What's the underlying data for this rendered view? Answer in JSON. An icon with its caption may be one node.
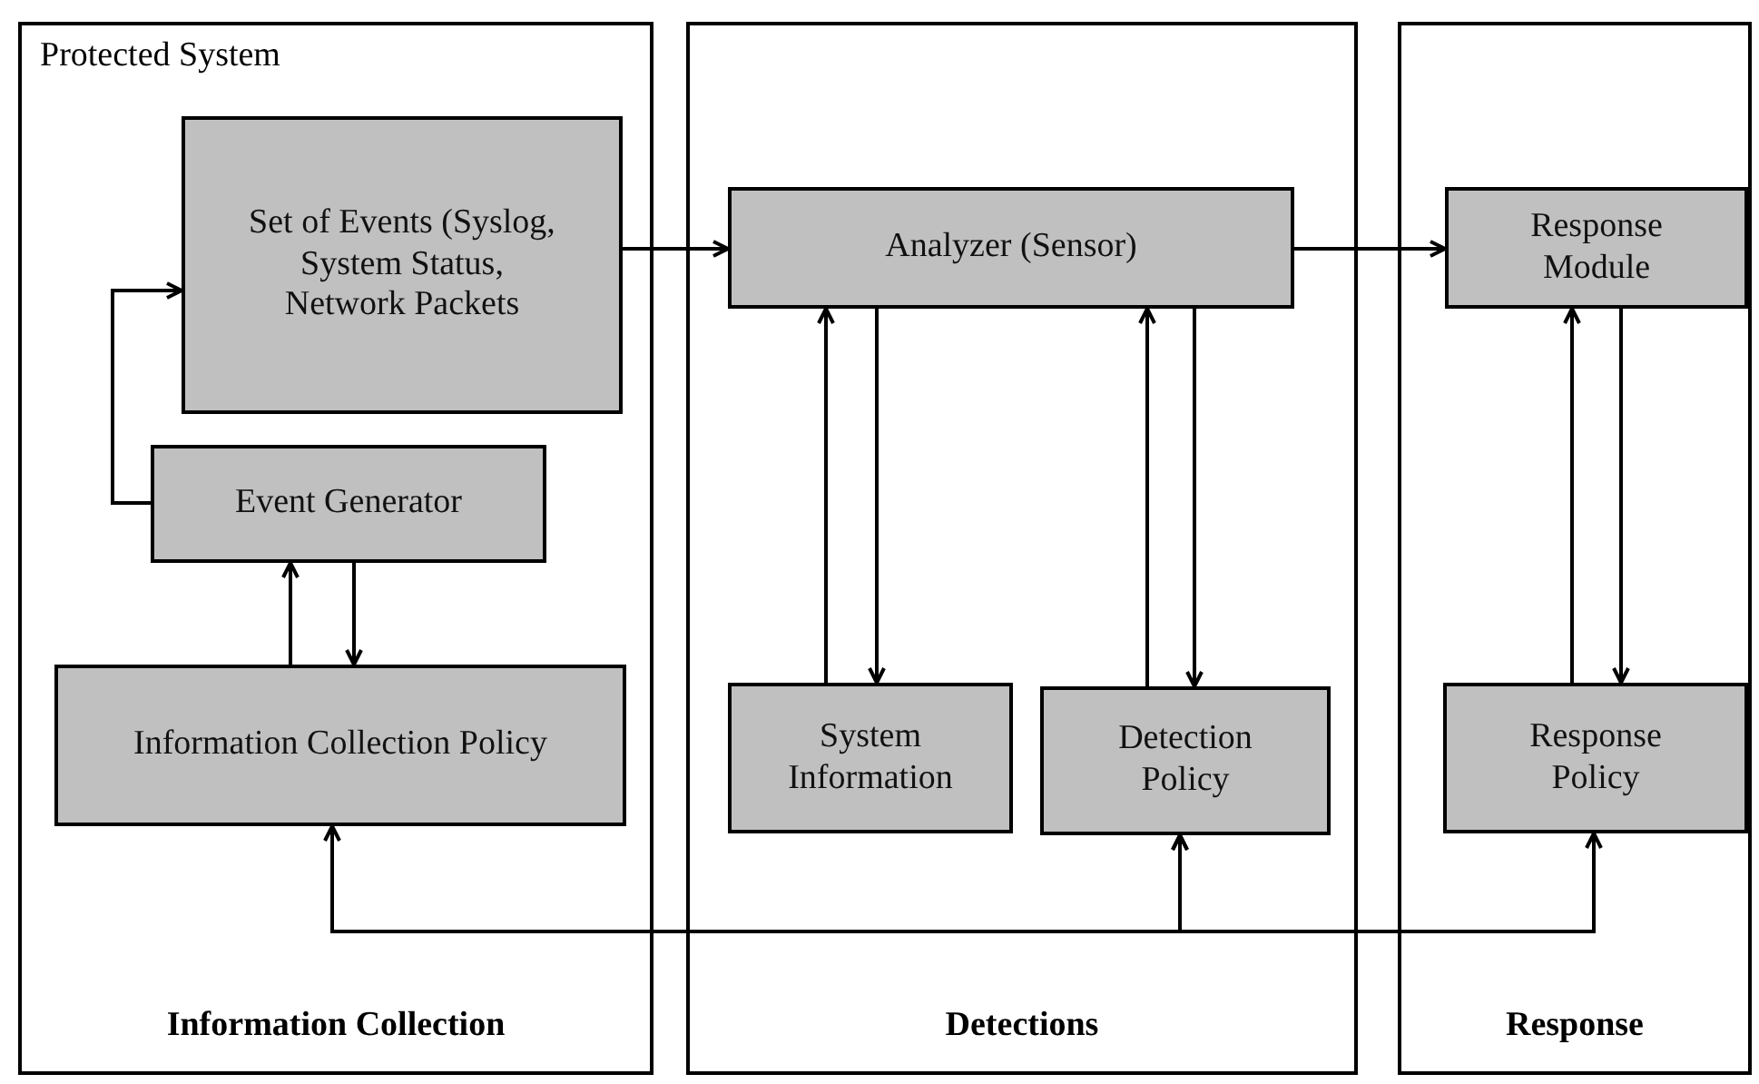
{
  "diagram": {
    "nodes": [
      {
        "text": [
          "Protected System",
          "Information Collection"
        ]
      },
      {
        "text": [
          "Set of Events (Syslog, System Status, Network Packets"
        ],
        "in": 0
      },
      {
        "text": [
          "Event Generator"
        ],
        "in": 0
      },
      {
        "text": [
          "Information Collection Policy"
        ],
        "in": 0
      },
      {
        "text": [
          "Detections"
        ]
      },
      {
        "text": [
          "Analyzer (Sensor)"
        ],
        "in": 4
      },
      {
        "text": [
          "System Information"
        ],
        "in": 4
      },
      {
        "text": [
          "Detection Policy"
        ],
        "in": 4
      },
      {
        "text": [
          "Response"
        ]
      },
      {
        "text": [
          "Response Module"
        ],
        "in": 8
      },
      {
        "text": [
          "Response Policy"
        ],
        "in": 8
      }
    ],
    "edges": [
      {
        "from": 2,
        "to": 1,
        "arrow": "to"
      },
      {
        "from": 1,
        "to": 5,
        "arrow": "to"
      },
      {
        "from": 5,
        "to": 9,
        "arrow": "to"
      },
      {
        "from": 3,
        "to": 2,
        "arrow": "to"
      },
      {
        "from": 2,
        "to": 3,
        "arrow": "to"
      },
      {
        "from": 6,
        "to": 5,
        "arrow": "to"
      },
      {
        "from": 5,
        "to": 6,
        "arrow": "to"
      },
      {
        "from": 7,
        "to": 5,
        "arrow": "to"
      },
      {
        "from": 5,
        "to": 7,
        "arrow": "to"
      },
      {
        "from": 10,
        "to": 9,
        "arrow": "to"
      },
      {
        "from": 9,
        "to": 10,
        "arrow": "to"
      },
      {
        "from": 7,
        "to": 3,
        "arrow": "both"
      },
      {
        "from": 7,
        "to": 10,
        "arrow": "both"
      }
    ]
  }
}
